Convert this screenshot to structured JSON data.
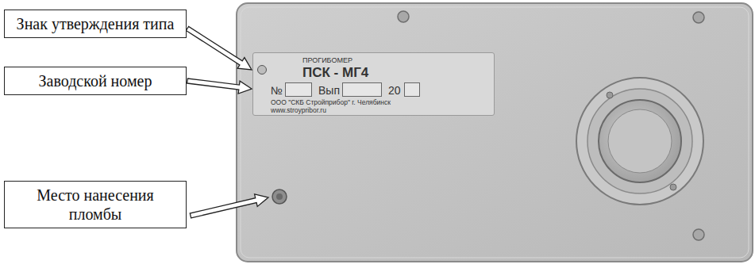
{
  "diagram": {
    "nodes": [
      {
        "text": [
          "Знак утверждения типа"
        ]
      },
      {
        "text": [
          "Заводской номер"
        ]
      },
      {
        "text": [
          "Место нанесения пломбы"
        ]
      },
      {
        "text": [
          "ПРОГИБОМЕР",
          "ПСК - МГ4",
          "№",
          "Вып",
          "20",
          "ООО \"СКБ Стройприбор\" г. Челябинск",
          "www.stroypribor.ru"
        ]
      }
    ],
    "edges": [
      {
        "from": 0,
        "to": 3,
        "arrow": "to"
      },
      {
        "from": 1,
        "to": 3,
        "arrow": "to"
      }
    ]
  }
}
